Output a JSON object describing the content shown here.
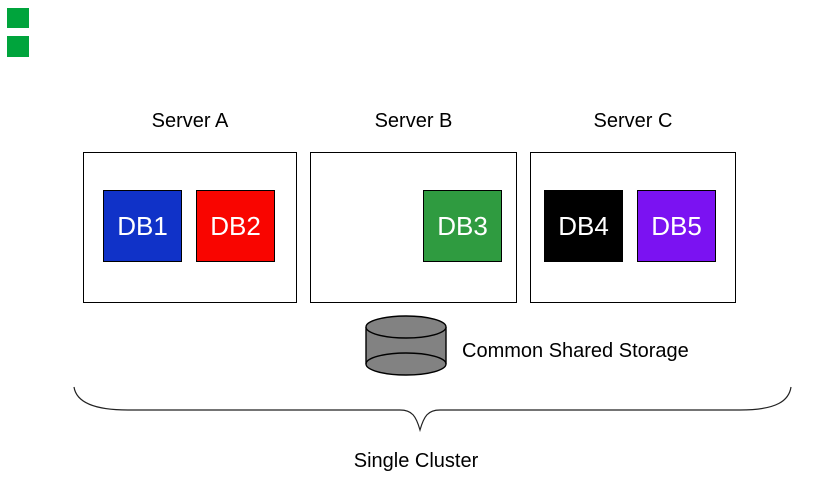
{
  "canvas": {
    "background": "#ffffff"
  },
  "corner_markers": {
    "color": "#00A43C"
  },
  "servers": [
    {
      "label": "Server A",
      "databases": [
        {
          "label": "DB1",
          "color": "#1032C8"
        },
        {
          "label": "DB2",
          "color": "#F90500"
        }
      ]
    },
    {
      "label": "Server B",
      "databases": [
        {
          "label": "DB3",
          "color": "#2F9B40"
        }
      ]
    },
    {
      "label": "Server C",
      "databases": [
        {
          "label": "DB4",
          "color": "#000000"
        },
        {
          "label": "DB5",
          "color": "#7B12F2"
        }
      ]
    }
  ],
  "storage": {
    "label": "Common Shared Storage",
    "icon_color": "#828282",
    "icon_stroke": "#000000"
  },
  "cluster": {
    "label": "Single Cluster",
    "brace_color": "#222222"
  }
}
